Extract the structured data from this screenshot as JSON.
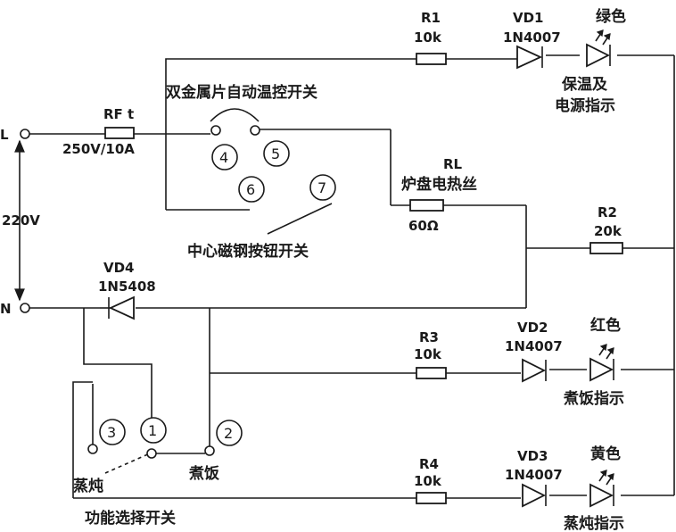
{
  "terminals": {
    "L": "L",
    "N": "N",
    "voltage": "220V"
  },
  "fuse": {
    "name": "RF t",
    "rating": "250V/10A"
  },
  "thermostat": {
    "label": "双金属片自动温控开关"
  },
  "pins": [
    "4",
    "5",
    "6",
    "7",
    "1",
    "2",
    "3"
  ],
  "heater": {
    "name": "RL",
    "label": "炉盘电热丝",
    "value": "60Ω"
  },
  "center_switch": {
    "label": "中心磁钢按钮开关"
  },
  "resistors": {
    "R1": {
      "name": "R1",
      "value": "10k"
    },
    "R2": {
      "name": "R2",
      "value": "20k"
    },
    "R3": {
      "name": "R3",
      "value": "10k"
    },
    "R4": {
      "name": "R4",
      "value": "10k"
    }
  },
  "diodes": {
    "VD1": {
      "name": "VD1",
      "part": "1N4007"
    },
    "VD2": {
      "name": "VD2",
      "part": "1N4007"
    },
    "VD3": {
      "name": "VD3",
      "part": "1N4007"
    },
    "VD4": {
      "name": "VD4",
      "part": "1N5408"
    }
  },
  "leds": {
    "green": {
      "color": "绿色",
      "label_line1": "保温及",
      "label_line2": "电源指示"
    },
    "red": {
      "color": "红色",
      "label": "煮饭指示"
    },
    "yellow": {
      "color": "黄色",
      "label": "蒸炖指示"
    }
  },
  "function_switch": {
    "label": "功能选择开关",
    "pos_steam": "蒸炖",
    "pos_cook": "煮饭"
  }
}
